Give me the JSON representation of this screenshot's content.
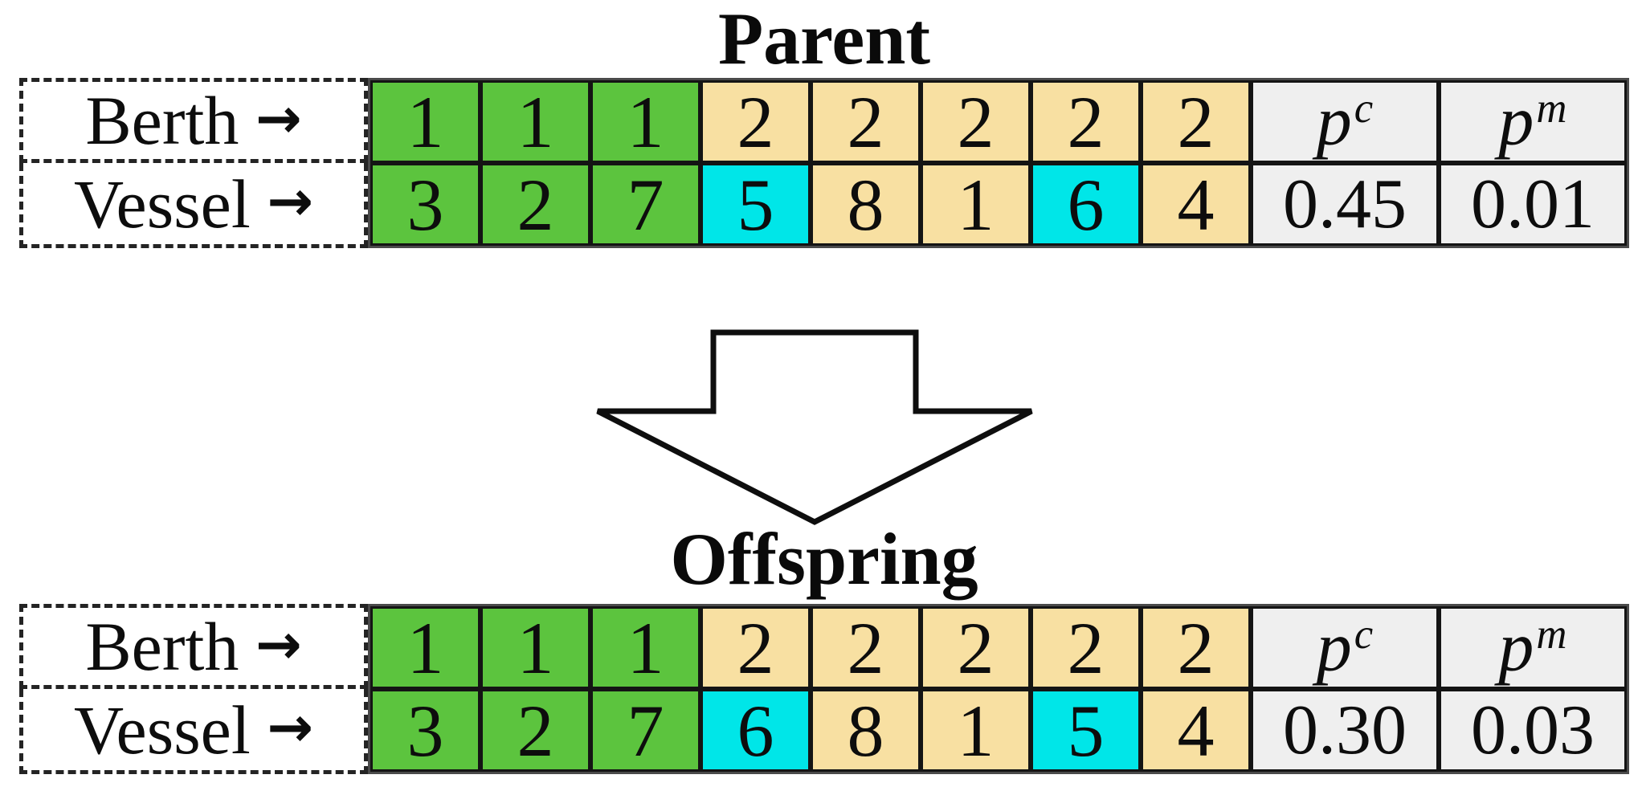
{
  "colors": {
    "green": "#5cc43e",
    "tan": "#f8e0a2",
    "cyan": "#00e6e8",
    "gray": "#efefef"
  },
  "labels": {
    "berth": "Berth",
    "vessel": "Vessel",
    "arrow": "→"
  },
  "headers": {
    "p": "p",
    "c_sup": "c",
    "m_sup": "m"
  },
  "parent": {
    "title": "Parent",
    "berth": {
      "values": [
        "1",
        "1",
        "1",
        "2",
        "2",
        "2",
        "2",
        "2"
      ],
      "colors": [
        "green",
        "green",
        "green",
        "tan",
        "tan",
        "tan",
        "tan",
        "tan"
      ]
    },
    "vessel": {
      "values": [
        "3",
        "2",
        "7",
        "5",
        "8",
        "1",
        "6",
        "4"
      ],
      "colors": [
        "green",
        "green",
        "green",
        "cyan",
        "tan",
        "tan",
        "cyan",
        "tan"
      ]
    },
    "pc": "0.45",
    "pm": "0.01"
  },
  "offspring": {
    "title": "Offspring",
    "berth": {
      "values": [
        "1",
        "1",
        "1",
        "2",
        "2",
        "2",
        "2",
        "2"
      ],
      "colors": [
        "green",
        "green",
        "green",
        "tan",
        "tan",
        "tan",
        "tan",
        "tan"
      ]
    },
    "vessel": {
      "values": [
        "3",
        "2",
        "7",
        "6",
        "8",
        "1",
        "5",
        "4"
      ],
      "colors": [
        "green",
        "green",
        "green",
        "cyan",
        "tan",
        "tan",
        "cyan",
        "tan"
      ]
    },
    "pc": "0.30",
    "pm": "0.03"
  }
}
